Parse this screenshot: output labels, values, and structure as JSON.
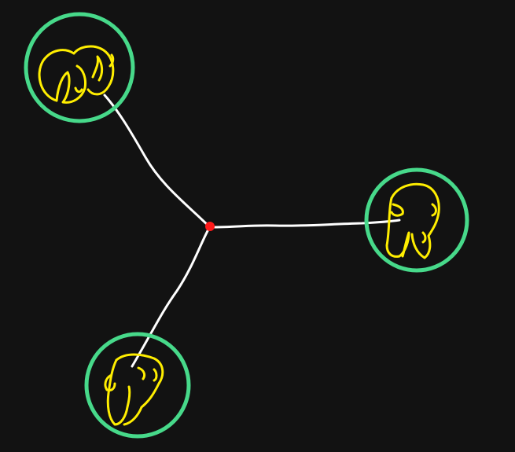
{
  "colors": {
    "background": "#121212",
    "ring": "#47d98a",
    "glyph": "#ffee00",
    "connector": "#ffffff",
    "hub": "#ff1a1a"
  },
  "diagram": {
    "nodes": [
      {
        "id": "top-left",
        "glyph": "yellow-scribble"
      },
      {
        "id": "right",
        "glyph": "yellow-scribble"
      },
      {
        "id": "bottom-left",
        "glyph": "yellow-scribble"
      }
    ],
    "hub": {
      "id": "center",
      "marker": "red-dot"
    }
  }
}
